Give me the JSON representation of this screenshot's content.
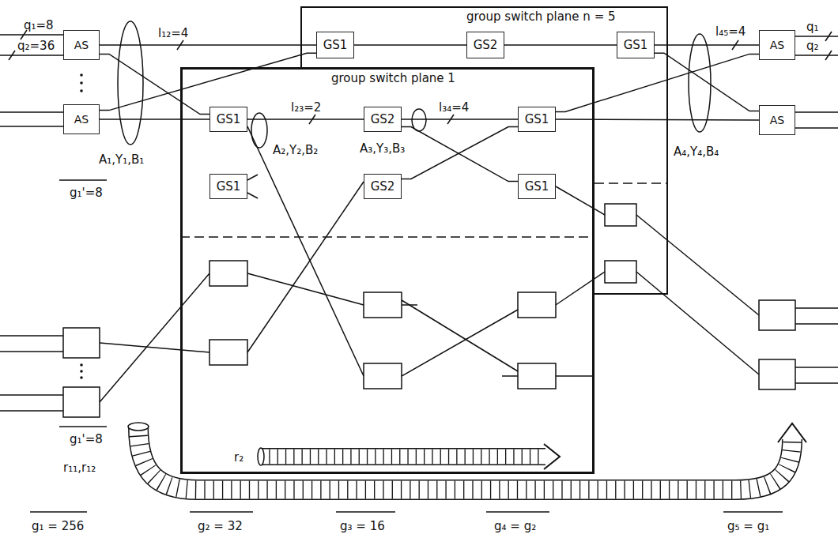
{
  "diagram": {
    "nodes": [
      {
        "text": [
          "AS"
        ]
      },
      {
        "text": [
          "AS"
        ]
      },
      {
        "text": [
          "group switch plane n = 5"
        ]
      },
      {
        "text": [
          "GS1"
        ],
        "in": 2
      },
      {
        "text": [
          "GS2"
        ],
        "in": 2
      },
      {
        "text": [
          "GS1"
        ],
        "in": 2
      },
      {
        "text": [
          "group switch plane 1"
        ]
      },
      {
        "text": [
          "GS1"
        ],
        "in": 6
      },
      {
        "text": [
          "GS2"
        ],
        "in": 6
      },
      {
        "text": [
          "GS1"
        ],
        "in": 6
      },
      {
        "text": [
          "GS1"
        ],
        "in": 6
      },
      {
        "text": [
          "GS2"
        ],
        "in": 6
      },
      {
        "text": [
          "GS1"
        ],
        "in": 6
      },
      {
        "text": [
          "AS"
        ]
      },
      {
        "text": [
          "AS"
        ]
      }
    ],
    "edges": [
      {
        "from": 0,
        "to": 3,
        "arrow": "none"
      },
      {
        "from": 0,
        "to": 7,
        "arrow": "none"
      },
      {
        "from": 1,
        "to": 3,
        "arrow": "none"
      },
      {
        "from": 1,
        "to": 7,
        "arrow": "none"
      },
      {
        "from": 3,
        "to": 4,
        "arrow": "none"
      },
      {
        "from": 4,
        "to": 5,
        "arrow": "none"
      },
      {
        "from": 7,
        "to": 8,
        "arrow": "none"
      },
      {
        "from": 8,
        "to": 9,
        "arrow": "none"
      },
      {
        "from": 8,
        "to": 12,
        "arrow": "none"
      },
      {
        "from": 11,
        "to": 9,
        "arrow": "none"
      },
      {
        "from": 5,
        "to": 13,
        "arrow": "none"
      },
      {
        "from": 5,
        "to": 14,
        "arrow": "none"
      },
      {
        "from": 9,
        "to": 13,
        "arrow": "none"
      },
      {
        "from": 9,
        "to": 14,
        "arrow": "none"
      }
    ],
    "labels": [
      "q₁=8",
      "l₁₂=4",
      "l₄₅=4",
      "q₁",
      "q₂=36",
      "q₂",
      "l₂₃=2",
      "l₃₄=4",
      "A₂,Y₂,B₂",
      "A₃,Y₃,B₃",
      "A₁,Y₁,B₁",
      "A₄,Y₄,B₄",
      "g₁'=8",
      "g₁'=8",
      "r₁₁,r₁₂",
      "r₂",
      "g₁ = 256",
      "g₂ = 32",
      "g₃ = 16",
      "g₄ = g₂",
      "g₅ = g₁"
    ]
  }
}
